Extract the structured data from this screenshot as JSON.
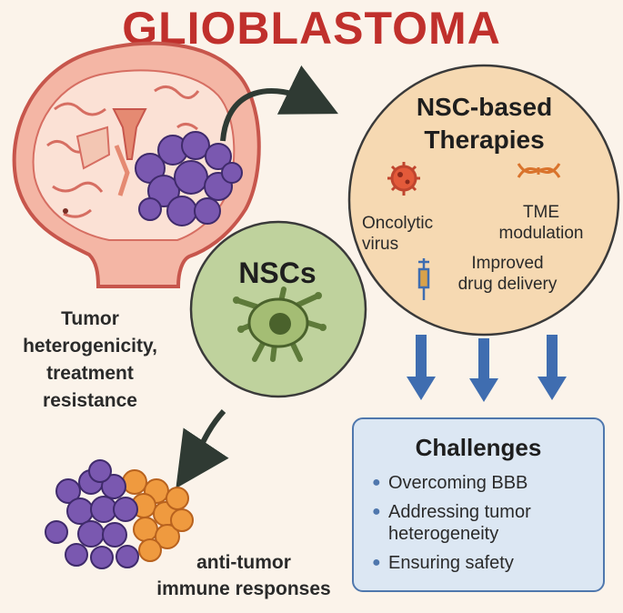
{
  "title": "GLIOBLASTOMA",
  "therapies": {
    "title_line1": "NSC-based",
    "title_line2": "Therapies",
    "oncolytic_line1": "Oncolytic",
    "oncolytic_line2": "virus",
    "tme_line1": "TME",
    "tme_line2": "modulation",
    "drug_line1": "Improved",
    "drug_line2": "drug delivery"
  },
  "nscs": {
    "label": "NSCs"
  },
  "tumor": {
    "line1": "Tumor",
    "line2": "heterogenicity,",
    "line3": "treatment",
    "line4": "resistance"
  },
  "challenges": {
    "title": "Challenges",
    "items": [
      "Overcoming BBB",
      "Addressing tumor heterogeneity",
      "Ensuring safety"
    ]
  },
  "immune": {
    "line1": "anti-tumor",
    "line2": "immune responses"
  },
  "colors": {
    "title": "#c0302c",
    "therapy_circle": "#f6d9b2",
    "nsc_circle": "#bfd29d",
    "challenge_box": "#dce7f3",
    "arrow_blue": "#3f6db0",
    "tumor_purple": "#7a58b0",
    "tumor_orange": "#ef9a3f"
  }
}
